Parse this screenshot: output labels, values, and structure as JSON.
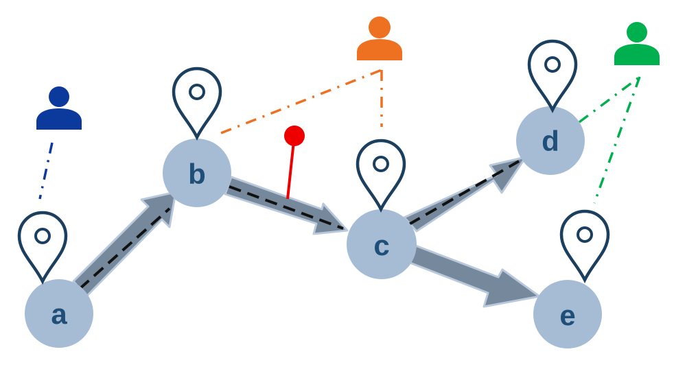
{
  "colors": {
    "node_fill": "#a6bcd4",
    "node_text": "#1f4e79",
    "pin_stroke": "#1b3f5e",
    "arrow_fill": "#76899c",
    "arrow_outline": "#b9c9db",
    "dashed_path": "#111111",
    "blue_user": "#0c3a9c",
    "orange_user": "#ee7122",
    "green_user": "#00b04f",
    "red_marker": "#ee0000"
  },
  "nodes": [
    {
      "id": "a",
      "label": "a"
    },
    {
      "id": "b",
      "label": "b"
    },
    {
      "id": "c",
      "label": "c"
    },
    {
      "id": "d",
      "label": "d"
    },
    {
      "id": "e",
      "label": "e"
    }
  ],
  "edges": [
    {
      "from": "a",
      "to": "b",
      "dashed_path": true
    },
    {
      "from": "b",
      "to": "c",
      "dashed_path": true
    },
    {
      "from": "c",
      "to": "d",
      "dashed_path": true
    },
    {
      "from": "c",
      "to": "e",
      "dashed_path": false
    }
  ],
  "users": [
    {
      "id": "blue",
      "color_key": "blue_user",
      "links_to": [
        "a"
      ]
    },
    {
      "id": "orange",
      "color_key": "orange_user",
      "links_to": [
        "b",
        "c"
      ]
    },
    {
      "id": "green",
      "color_key": "green_user",
      "links_to": [
        "d",
        "e"
      ]
    }
  ],
  "location_pins": [
    "a",
    "b",
    "c",
    "d",
    "e"
  ],
  "markers": [
    {
      "id": "red-pin",
      "on_edge": "b-c",
      "color_key": "red_marker"
    }
  ]
}
